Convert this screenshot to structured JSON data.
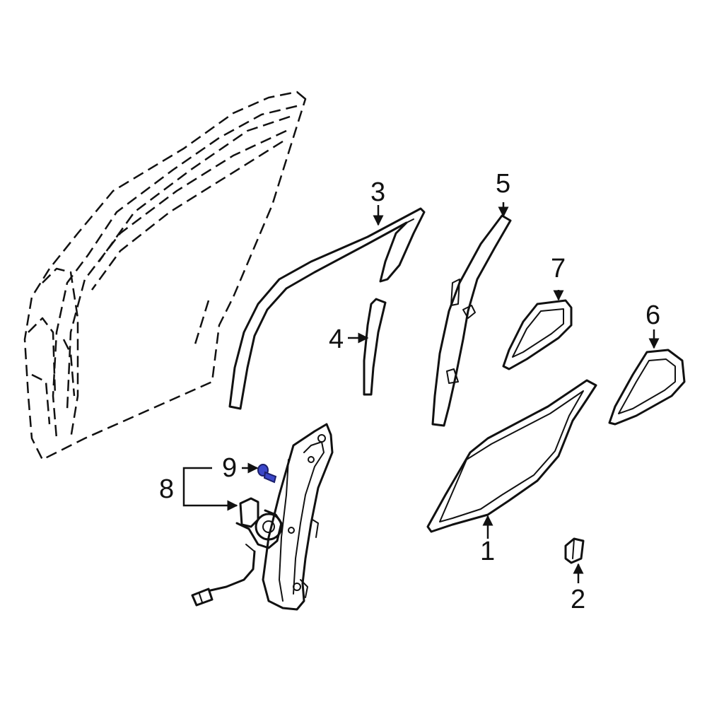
{
  "diagram": {
    "highlight_color": "#3b47c9",
    "callouts": [
      {
        "id": "1",
        "label": "1"
      },
      {
        "id": "2",
        "label": "2"
      },
      {
        "id": "3",
        "label": "3"
      },
      {
        "id": "4",
        "label": "4"
      },
      {
        "id": "5",
        "label": "5"
      },
      {
        "id": "6",
        "label": "6"
      },
      {
        "id": "7",
        "label": "7"
      },
      {
        "id": "8",
        "label": "8"
      },
      {
        "id": "9",
        "label": "9"
      }
    ]
  }
}
